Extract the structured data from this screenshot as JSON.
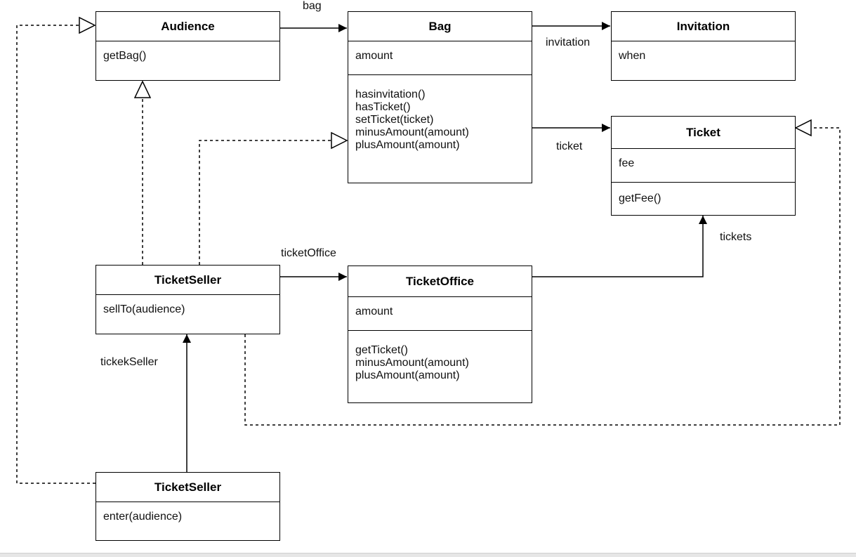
{
  "classes": {
    "audience": {
      "name": "Audience",
      "methods": [
        "getBag()"
      ]
    },
    "bag": {
      "name": "Bag",
      "attributes": [
        "amount"
      ],
      "methods": [
        "hasinvitation()",
        "hasTicket()",
        "setTicket(ticket)",
        "minusAmount(amount)",
        "plusAmount(amount)"
      ]
    },
    "invitation": {
      "name": "Invitation",
      "attributes": [
        "when"
      ]
    },
    "ticket": {
      "name": "Ticket",
      "attributes": [
        "fee"
      ],
      "methods": [
        "getFee()"
      ]
    },
    "ticket_seller": {
      "name": "TicketSeller",
      "methods": [
        "sellTo(audience)"
      ]
    },
    "ticket_office": {
      "name": "TicketOffice",
      "attributes": [
        "amount"
      ],
      "methods": [
        "getTicket()",
        "minusAmount(amount)",
        "plusAmount(amount)"
      ]
    },
    "theater": {
      "name": "TicketSeller",
      "methods": [
        "enter(audience)"
      ]
    }
  },
  "relations": {
    "bag": "bag",
    "invitation": "invitation",
    "ticket": "ticket",
    "ticket_office": "ticketOffice",
    "tickets": "tickets",
    "ticket_seller": "tickekSeller"
  }
}
